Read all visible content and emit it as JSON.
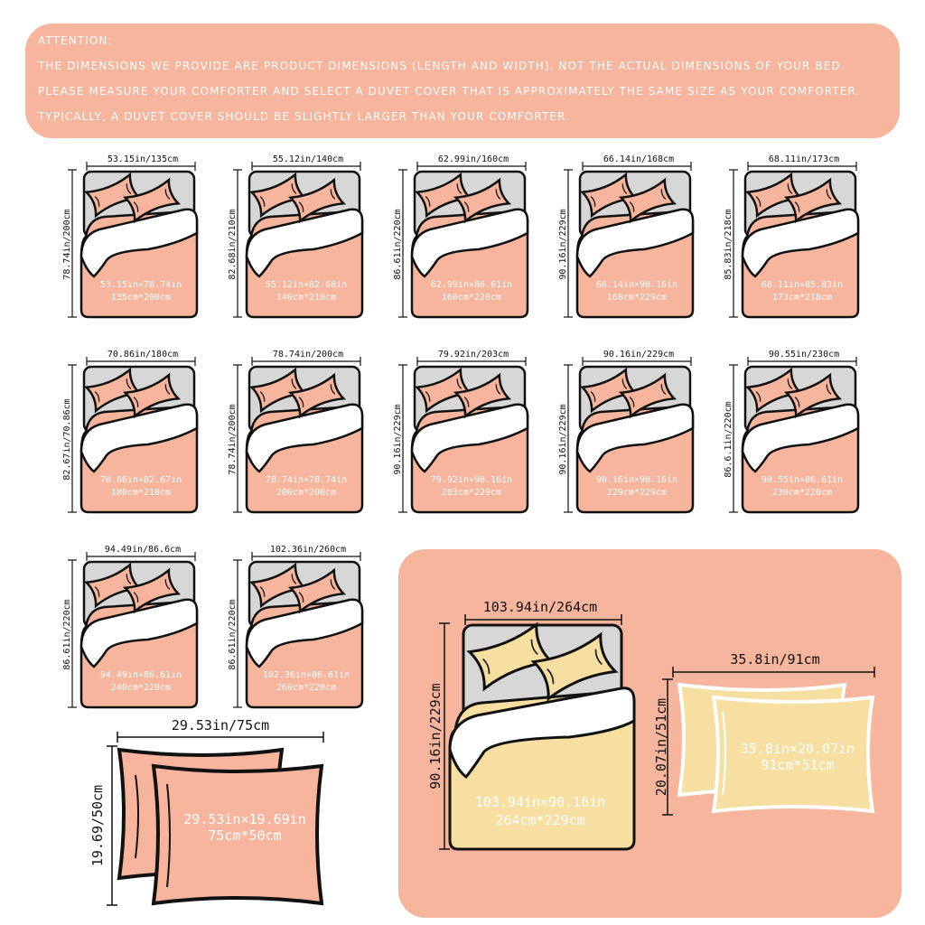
{
  "notice": {
    "title": "ATTENTION:",
    "lines": [
      "THE DIMENSIONS WE PROVIDE ARE PRODUCT DIMENSIONS (LENGTH AND WIDTH), NOT THE ACTUAL DIMENSIONS OF YOUR BED.",
      "PLEASE MEASURE YOUR COMFORTER AND SELECT A DUVET COVER THAT IS APPROXIMATELY THE SAME SIZE AS YOUR COMFORTER.",
      "TYPICALLY, A DUVET COVER SHOULD BE SLIGHTLY LARGER THAN YOUR COMFORTER."
    ]
  },
  "colors": {
    "notice_bg": "#f6b59c",
    "peach": "#f6b59c",
    "yellow": "#f7dfa1",
    "grey": "#d7d7d7",
    "highlight_panel": "#f6b59c",
    "outline": "#111111"
  },
  "beds": [
    {
      "width_label": "53.15in/135cm",
      "height_label": "78.74in/200cm",
      "line1": "53.15in×78.74in",
      "line2": "135cm*200cm"
    },
    {
      "width_label": "55.12in/140cm",
      "height_label": "82.68in/210cm",
      "line1": "55.12in×82.68in",
      "line2": "140cm*210cm"
    },
    {
      "width_label": "62.99in/160cm",
      "height_label": "86.61in/220cm",
      "line1": "62.99in×86.61in",
      "line2": "160cm*220cm"
    },
    {
      "width_label": "66.14in/168cm",
      "height_label": "90.16in/229cm",
      "line1": "66.14in×90.16in",
      "line2": "168cm*229cm"
    },
    {
      "width_label": "68.11in/173cm",
      "height_label": "85.83in/218cm",
      "line1": "68.11in×85.83in",
      "line2": "173cm*218cm"
    },
    {
      "width_label": "70.86in/180cm",
      "height_label": "82.67in/70.86cm",
      "line1": "70.86in×82.67in",
      "line2": "180cm*210cm"
    },
    {
      "width_label": "78.74in/200cm",
      "height_label": "78.74in/200cm",
      "line1": "78.74in×78.74in",
      "line2": "200cm*200cm"
    },
    {
      "width_label": "79.92in/203cm",
      "height_label": "90.16in/229cm",
      "line1": "79.92in×90.16in",
      "line2": "203cm*229cm"
    },
    {
      "width_label": "90.16in/229cm",
      "height_label": "90.16in/229cm",
      "line1": "90.16in×90.16in",
      "line2": "229cm*229cm"
    },
    {
      "width_label": "90.55in/230cm",
      "height_label": "86.6.1in/220cm",
      "line1": "90.55in×86.61in",
      "line2": "230cm*220cm"
    },
    {
      "width_label": "94.49in/86.6cm",
      "height_label": "86.61in/220cm",
      "line1": "94.49in×86.61in",
      "line2": "240cm*220cm"
    },
    {
      "width_label": "102.36in/260cm",
      "height_label": "86.61in/220cm",
      "line1": "102.36in×86.61in",
      "line2": "260cm*220cm"
    }
  ],
  "big_bed": {
    "width_label": "103.94in/264cm",
    "height_label": "90.16in/229cm",
    "line1": "103.94in×90.16in",
    "line2": "264cm*229cm"
  },
  "pillow_standard": {
    "width_label": "29.53in/75cm",
    "height_label": "19.69/50cm",
    "line1": "29.53in×19.69in",
    "line2": "75cm*50cm"
  },
  "pillow_king": {
    "width_label": "35.8in/91cm",
    "height_label": "20.07in/51cm",
    "line1": "35.8in×20.07in",
    "line2": "91cm*51cm"
  }
}
